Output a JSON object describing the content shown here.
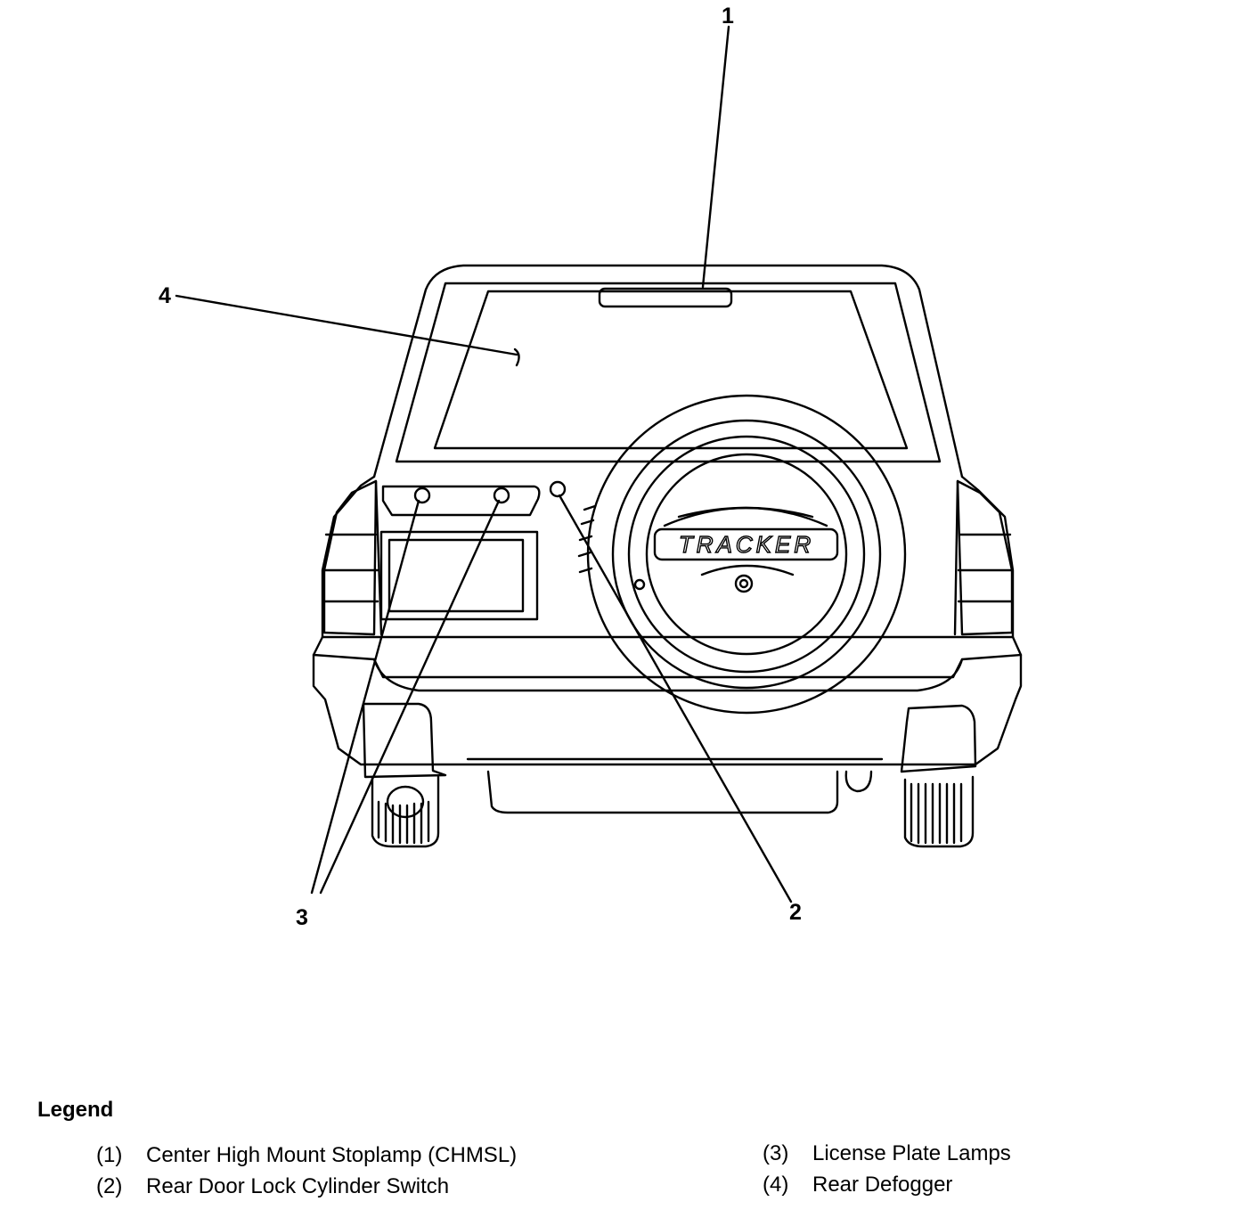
{
  "vehicle_badge": "TRACKER",
  "callouts": [
    "1",
    "2",
    "3",
    "4"
  ],
  "legend": {
    "title": "Legend",
    "items": [
      {
        "num": "(1)",
        "label": "Center High Mount Stoplamp (CHMSL)"
      },
      {
        "num": "(2)",
        "label": "Rear Door Lock Cylinder Switch"
      },
      {
        "num": "(3)",
        "label": "License Plate Lamps"
      },
      {
        "num": "(4)",
        "label": "Rear Defogger"
      }
    ]
  }
}
